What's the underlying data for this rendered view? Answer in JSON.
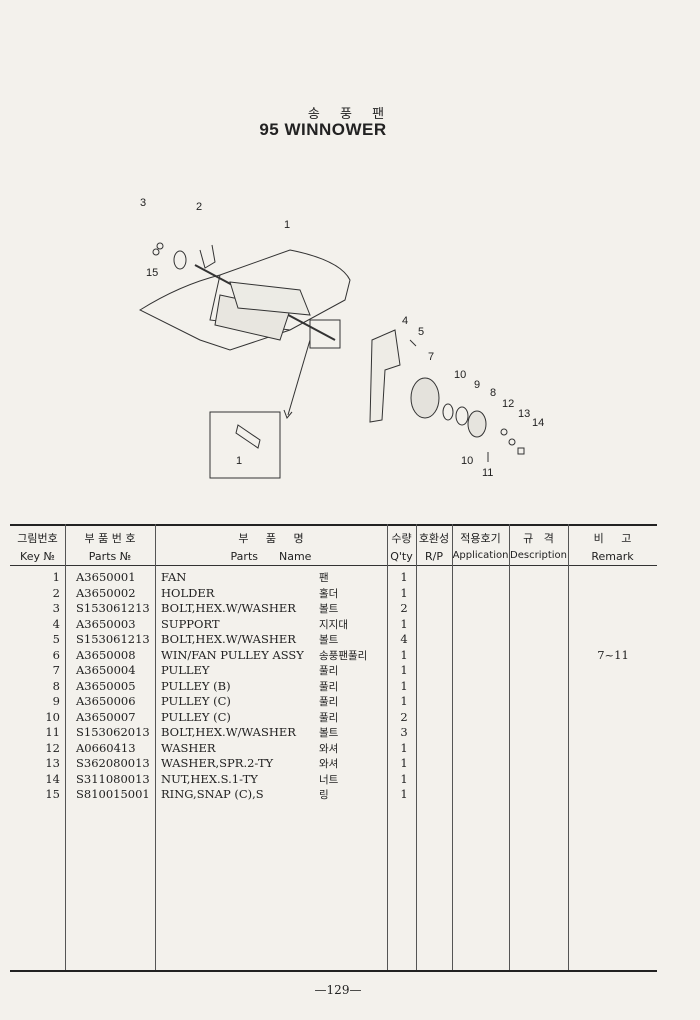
{
  "header": {
    "title_ko": "송 풍 팬",
    "title_en": "95 WINNOWER"
  },
  "diagram": {
    "callouts": [
      "1",
      "2",
      "3",
      "15",
      "4",
      "5",
      "7",
      "10",
      "9",
      "8",
      "12",
      "13",
      "14",
      "10",
      "11",
      "1"
    ]
  },
  "table": {
    "headers": {
      "key_ko": "그림번호",
      "key_en": "Key №",
      "parts_no_ko": "부 품 번 호",
      "parts_no_en": "Parts №",
      "parts_name_ko": "부     품     명",
      "parts_name_en": "Parts      Name",
      "qty_ko": "수량",
      "qty_en": "Q'ty",
      "rp_ko": "호환성",
      "rp_en": "R/P",
      "app_ko": "적용호기",
      "app_en": "Application",
      "desc_ko": "규   격",
      "desc_en": "Description",
      "remark_ko": "비     고",
      "remark_en": "Remark"
    },
    "rows": [
      {
        "key": "1",
        "part_no": "A3650001",
        "name": "FAN",
        "name_ko": "팬",
        "qty": "1",
        "remark": ""
      },
      {
        "key": "2",
        "part_no": "A3650002",
        "name": "HOLDER",
        "name_ko": "홀더",
        "qty": "1",
        "remark": ""
      },
      {
        "key": "3",
        "part_no": "S153061213",
        "name": "BOLT,HEX.W/WASHER",
        "name_ko": "볼트",
        "qty": "2",
        "remark": ""
      },
      {
        "key": "4",
        "part_no": "A3650003",
        "name": "SUPPORT",
        "name_ko": "지지대",
        "qty": "1",
        "remark": ""
      },
      {
        "key": "5",
        "part_no": "S153061213",
        "name": "BOLT,HEX.W/WASHER",
        "name_ko": "볼트",
        "qty": "4",
        "remark": ""
      },
      {
        "key": "6",
        "part_no": "A3650008",
        "name": "WIN/FAN PULLEY ASSY",
        "name_ko": "송풍팬풀리",
        "qty": "1",
        "remark": "7~11"
      },
      {
        "key": "7",
        "part_no": "A3650004",
        "name": "PULLEY",
        "name_ko": "풀리",
        "qty": "1",
        "remark": ""
      },
      {
        "key": "8",
        "part_no": "A3650005",
        "name": "PULLEY (B)",
        "name_ko": "풀리",
        "qty": "1",
        "remark": ""
      },
      {
        "key": "9",
        "part_no": "A3650006",
        "name": "PULLEY (C)",
        "name_ko": "풀리",
        "qty": "1",
        "remark": ""
      },
      {
        "key": "10",
        "part_no": "A3650007",
        "name": "PULLEY (C)",
        "name_ko": "풀리",
        "qty": "2",
        "remark": ""
      },
      {
        "key": "11",
        "part_no": "S153062013",
        "name": "BOLT,HEX.W/WASHER",
        "name_ko": "볼트",
        "qty": "3",
        "remark": ""
      },
      {
        "key": "12",
        "part_no": "A0660413",
        "name": "WASHER",
        "name_ko": "와셔",
        "qty": "1",
        "remark": ""
      },
      {
        "key": "13",
        "part_no": "S362080013",
        "name": "WASHER,SPR.2-TY",
        "name_ko": "와셔",
        "qty": "1",
        "remark": ""
      },
      {
        "key": "14",
        "part_no": "S311080013",
        "name": "NUT,HEX.S.1-TY",
        "name_ko": "너트",
        "qty": "1",
        "remark": ""
      },
      {
        "key": "15",
        "part_no": "S810015001",
        "name": "RING,SNAP (C),S",
        "name_ko": "링",
        "qty": "1",
        "remark": ""
      }
    ]
  },
  "footer": {
    "page_number": "—129—"
  }
}
